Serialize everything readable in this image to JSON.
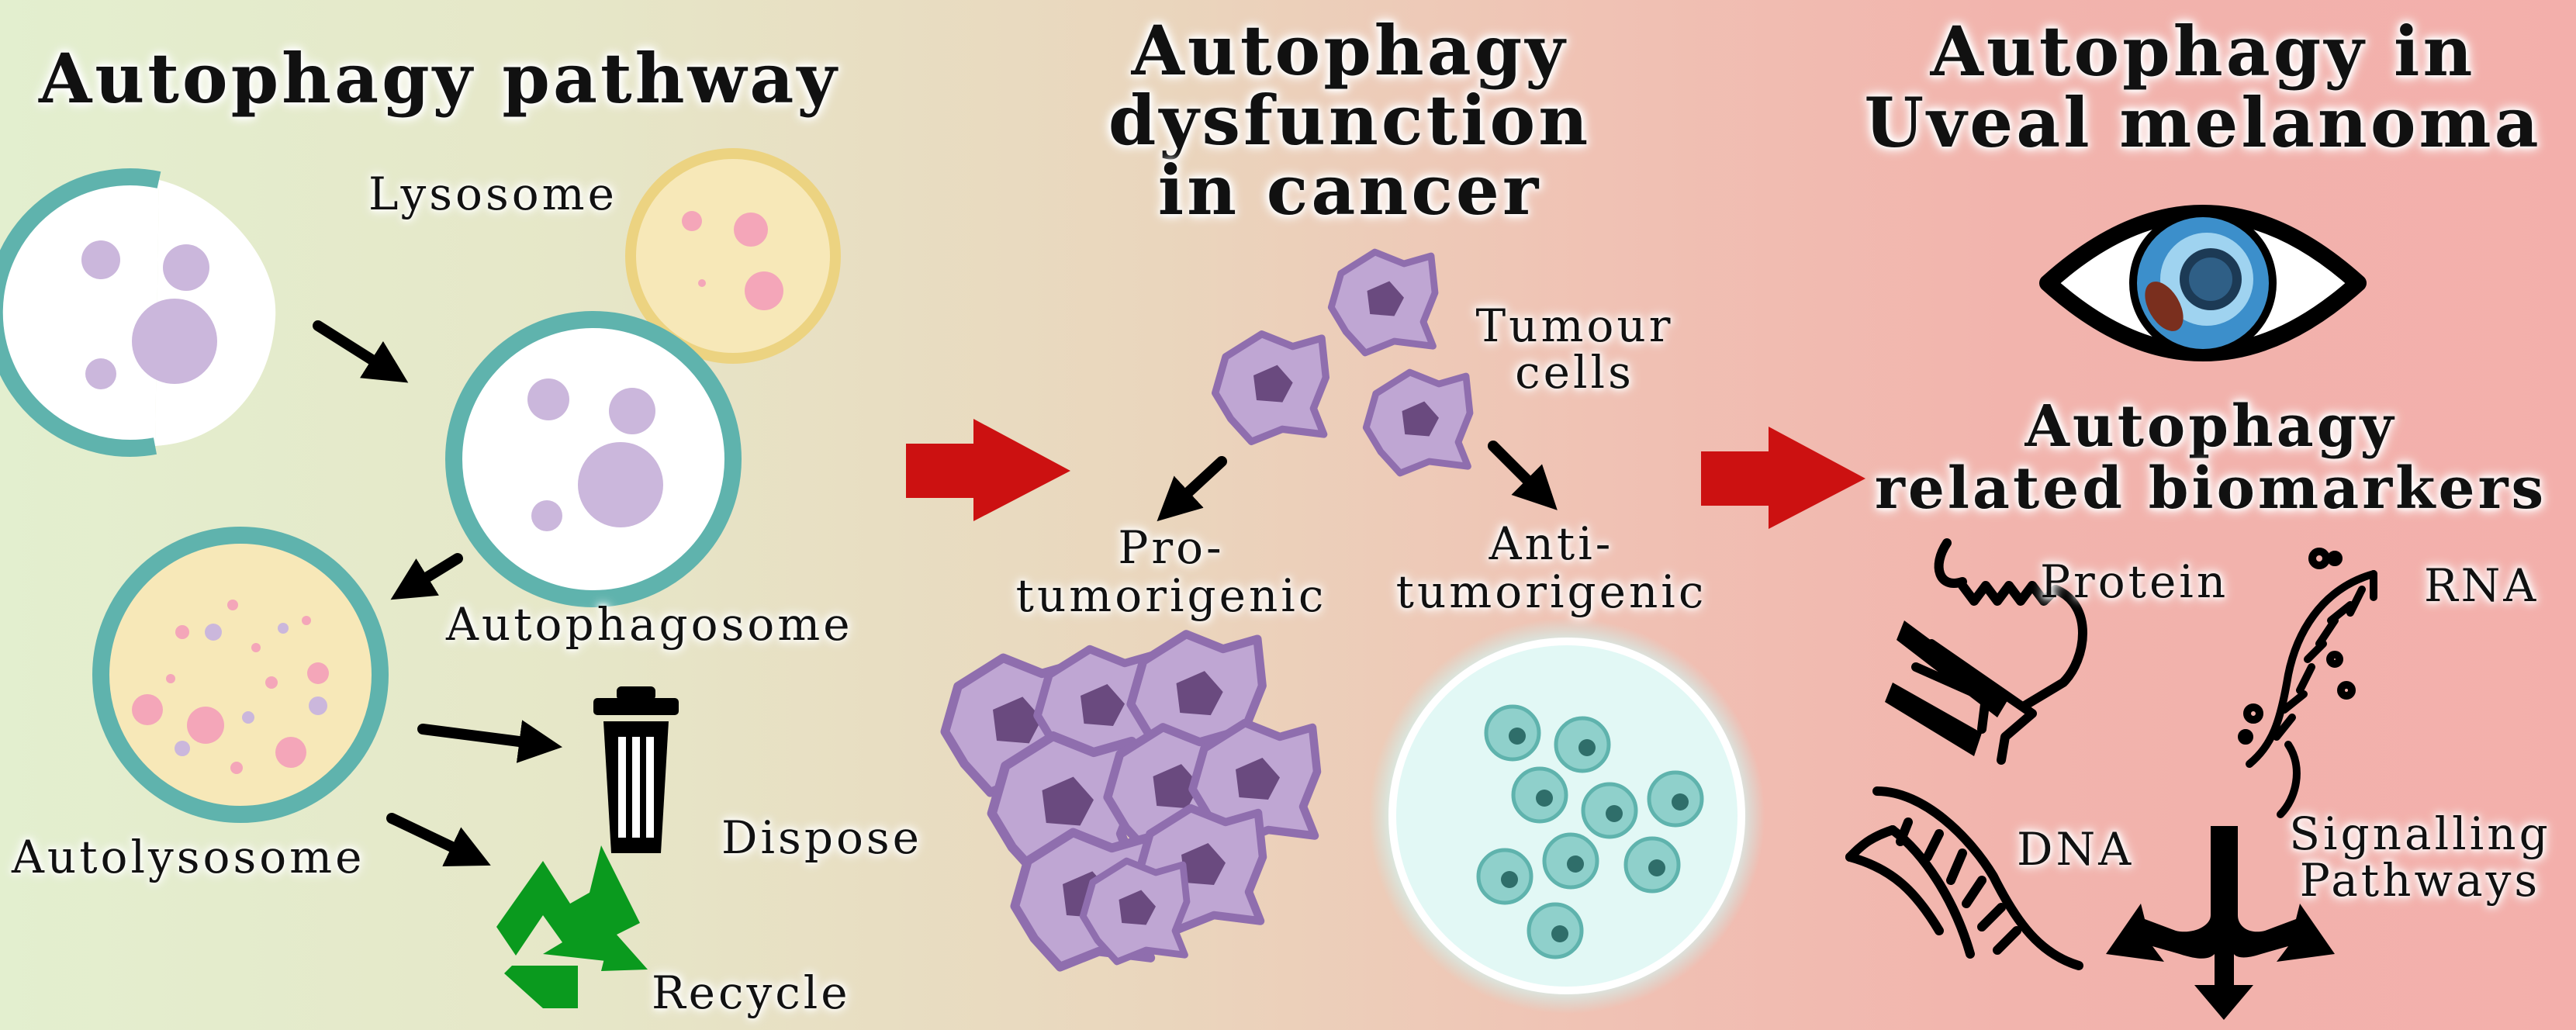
{
  "panels": {
    "pathway": {
      "title": "Autophagy pathway",
      "labels": {
        "lysosome": "Lysosome",
        "autophagosome": "Autophagosome",
        "autolysosome": "Autolysosome",
        "dispose": "Dispose",
        "recycle": "Recycle"
      }
    },
    "cancer": {
      "title_lines": [
        "Autophagy",
        "dysfunction",
        "in cancer"
      ],
      "labels": {
        "tumour_cells_1": "Tumour",
        "tumour_cells_2": "cells",
        "pro_1": "Pro-",
        "pro_2": "tumorigenic",
        "anti_1": "Anti-",
        "anti_2": "tumorigenic"
      }
    },
    "uveal": {
      "title_lines": [
        "Autophagy in",
        "Uveal melanoma"
      ],
      "biomarkers_lines": [
        "Autophagy",
        "related biomarkers"
      ],
      "labels": {
        "protein": "Protein",
        "rna": "RNA",
        "dna": "DNA",
        "signalling_1": "Signalling",
        "signalling_2": "Pathways"
      }
    }
  },
  "colors": {
    "membrane_teal": "#5fb3ad",
    "lysosome_yellow": "#f7e8b8",
    "lysosome_rim": "#ecd381",
    "vesicle_purple": "#cbb7dc",
    "pink_spot": "#f4a6b9",
    "transition_arrow_red": "#cc1111",
    "recycle_green": "#0a9a1e",
    "tumour_cell": "#bfa6d3",
    "tumour_nucleus": "#6a4a7f",
    "healthy_cell": "#8fd0cb",
    "eye_iris": "#3c8fcb"
  },
  "icons": [
    "trash-icon",
    "recycle-icon",
    "eye-icon",
    "protein-icon",
    "rna-icon",
    "dna-icon",
    "signalling-pathways-icon"
  ]
}
